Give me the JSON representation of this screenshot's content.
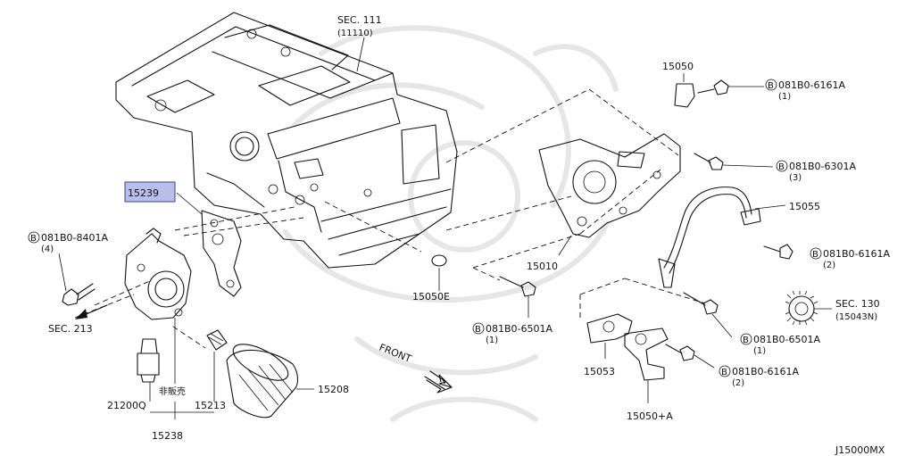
{
  "diagram": {
    "section_ref": "SEC. 111",
    "section_sub": "(11110)",
    "highlighted_part": "15239",
    "bolts": {
      "b8401": {
        "code": "081B0-8401A",
        "qty": "(4)"
      },
      "b6161_top": {
        "code": "081B0-6161A",
        "qty": "(1)"
      },
      "b6301": {
        "code": "081B0-6301A",
        "qty": "(3)"
      },
      "b6161_mid": {
        "code": "081B0-6161A",
        "qty": "(2)"
      },
      "b6501_left": {
        "code": "081B0-6501A",
        "qty": "(1)"
      },
      "b6501_right": {
        "code": "081B0-6501A",
        "qty": "(1)"
      },
      "b6161_bot": {
        "code": "081B0-6161A",
        "qty": "(2)"
      }
    },
    "bolt_prefix": "B",
    "parts": {
      "p15050": "15050",
      "p15055": "15055",
      "p15010": "15010",
      "p15050e": "15050E",
      "p15053": "15053",
      "p15050a": "15050+A",
      "p15208": "15208",
      "p15213": "15213",
      "p21200q": "21200Q",
      "p15238": "15238",
      "not_sold": "非販売"
    },
    "sec213": "SEC. 213",
    "sec130": "SEC. 130",
    "sec130_sub": "(15043N)",
    "front": "FRONT",
    "diagram_code": "J15000MX"
  }
}
